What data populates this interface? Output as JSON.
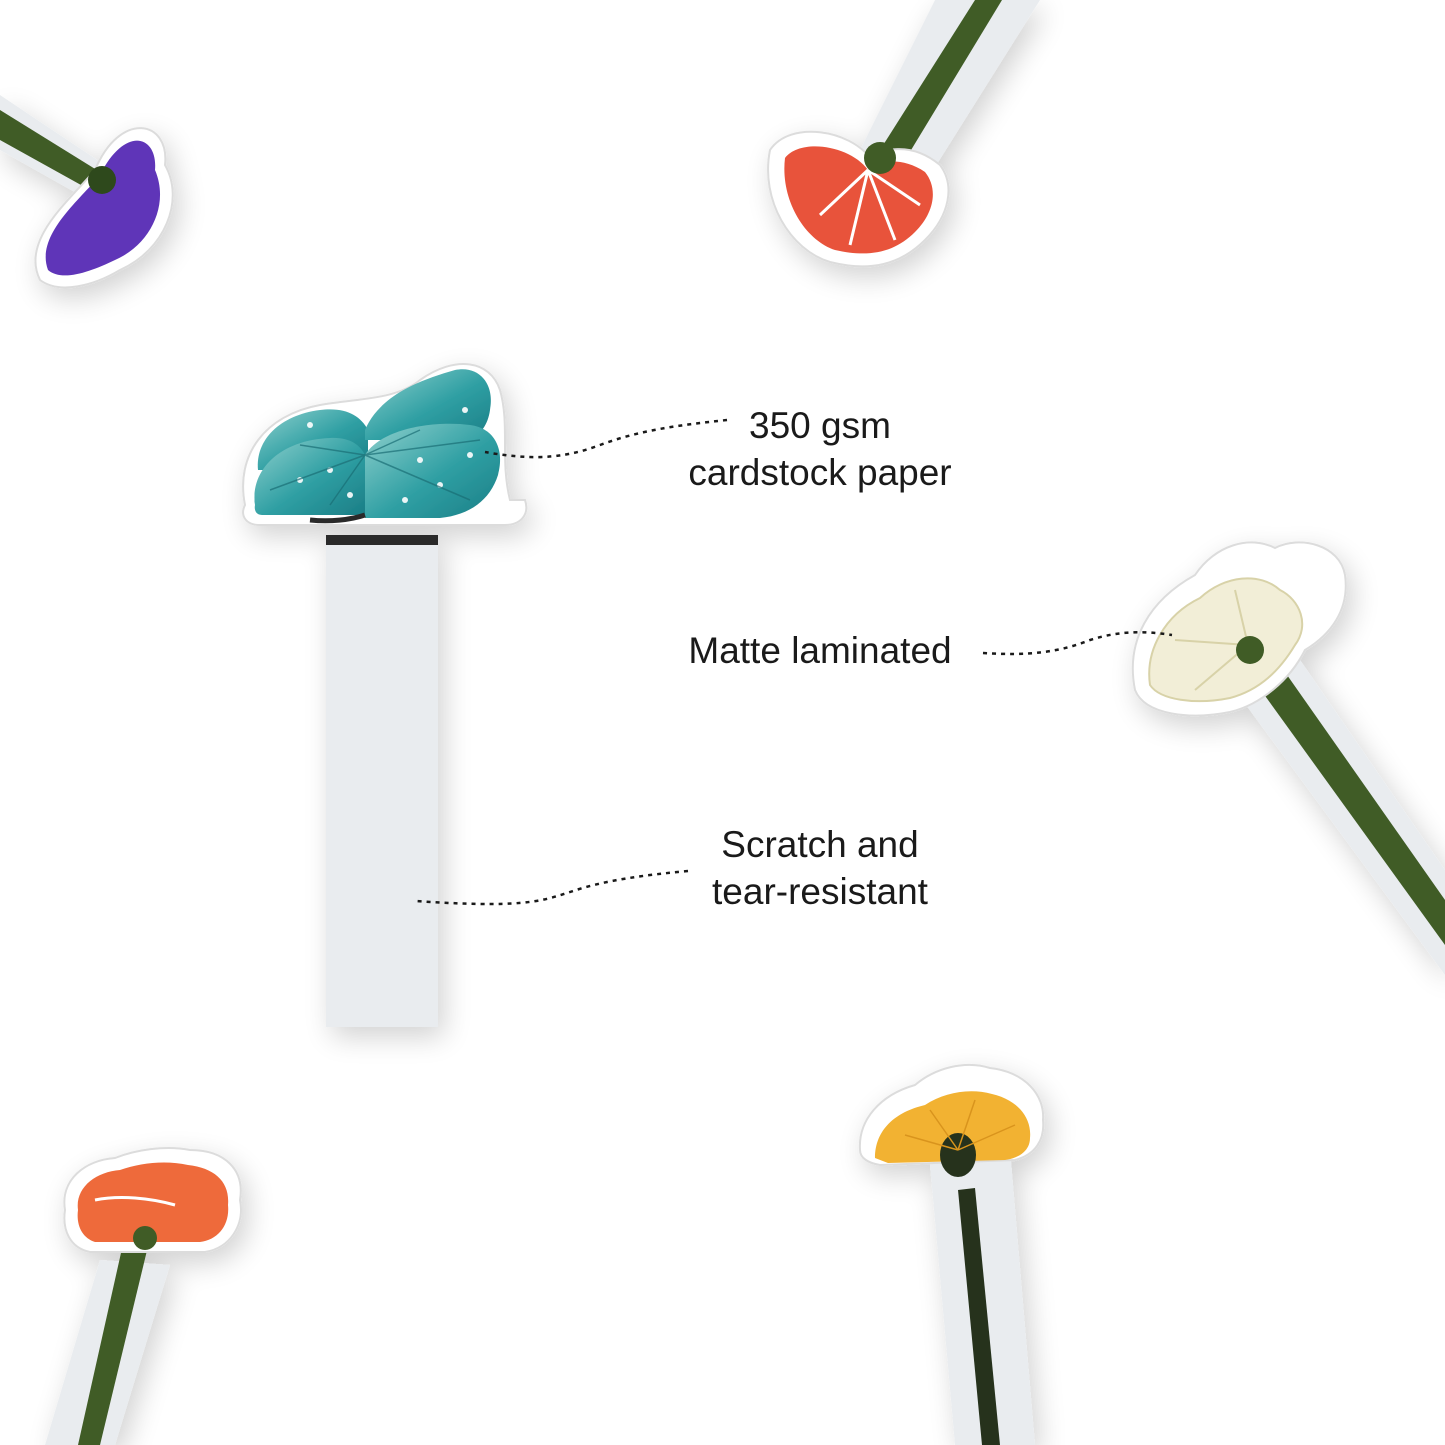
{
  "callouts": {
    "cardstock": {
      "line1": "350 gsm",
      "line2": "cardstock paper"
    },
    "matte": {
      "line1": "Matte laminated"
    },
    "scratch": {
      "line1": "Scratch and",
      "line2": "tear-resistant"
    }
  },
  "colors": {
    "background": "#ffffff",
    "bookmark_paper": "#e9ecef",
    "stem_green": "#3f5b25",
    "dark_stem": "#26331d",
    "butterfly_teal": "#2a9aa0",
    "violet_flower": "#5e36b8",
    "red_flower": "#e8523a",
    "cream_flower": "#f2eed7",
    "orange_flower": "#ee6b3b",
    "yellow_flower": "#f2b233"
  }
}
